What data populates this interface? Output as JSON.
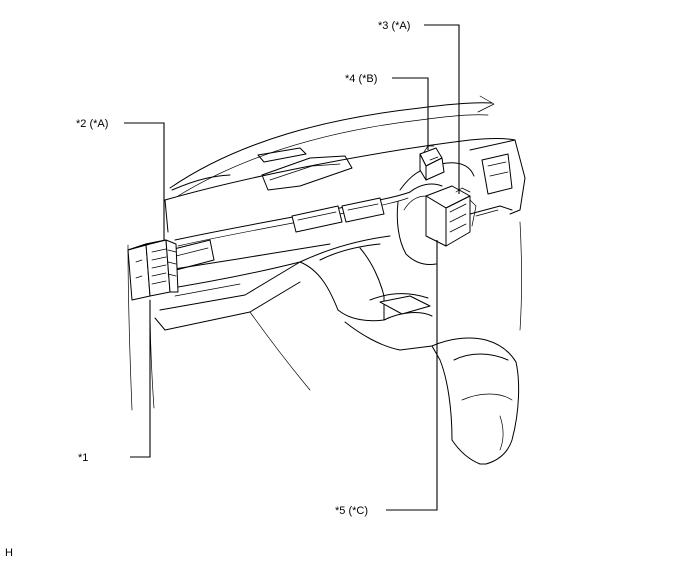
{
  "callouts": [
    {
      "id": "c1",
      "label": "*1"
    },
    {
      "id": "c2",
      "label": "*2 (*A)"
    },
    {
      "id": "c3",
      "label": "*3 (*A)"
    },
    {
      "id": "c4",
      "label": "*4 (*B)"
    },
    {
      "id": "c5",
      "label": "*5 (*C)"
    }
  ],
  "corner_code": "H"
}
